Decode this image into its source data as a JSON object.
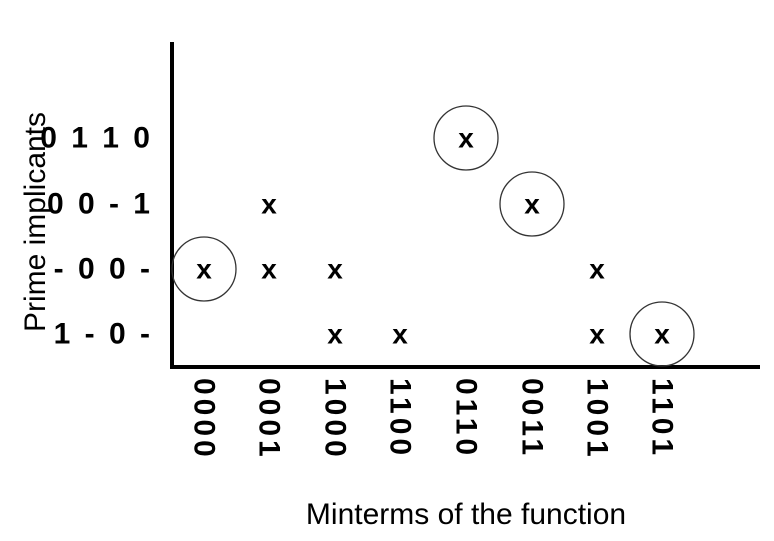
{
  "chart_data": {
    "type": "table",
    "xlabel": "Minterms of the function",
    "ylabel": "Prime implicants",
    "rows": [
      "0 1 1 0",
      "0 0 - 1",
      "- 0 0 -",
      "1 - 0 -"
    ],
    "columns": [
      "0000",
      "0001",
      "1000",
      "1100",
      "0110",
      "0011",
      "1001",
      "1101"
    ],
    "mark_symbol": "x",
    "cells": [
      {
        "row": 0,
        "col": 4,
        "essential": true
      },
      {
        "row": 1,
        "col": 1,
        "essential": false
      },
      {
        "row": 1,
        "col": 5,
        "essential": true
      },
      {
        "row": 2,
        "col": 0,
        "essential": true
      },
      {
        "row": 2,
        "col": 1,
        "essential": false
      },
      {
        "row": 2,
        "col": 2,
        "essential": false
      },
      {
        "row": 2,
        "col": 6,
        "essential": false
      },
      {
        "row": 3,
        "col": 2,
        "essential": false
      },
      {
        "row": 3,
        "col": 3,
        "essential": false
      },
      {
        "row": 3,
        "col": 6,
        "essential": false
      },
      {
        "row": 3,
        "col": 7,
        "essential": true
      }
    ]
  }
}
